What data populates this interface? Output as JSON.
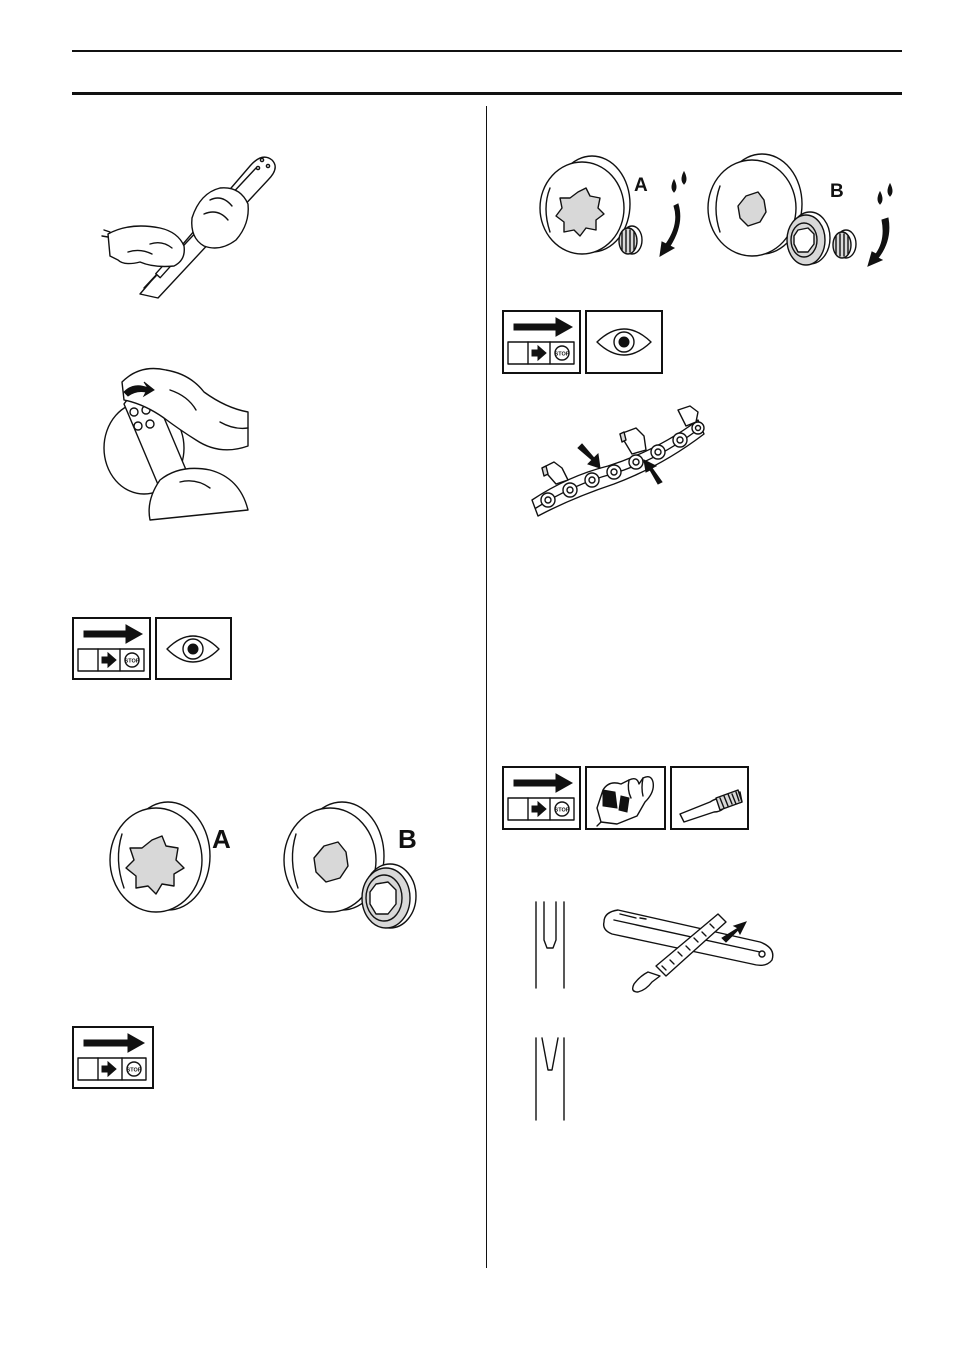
{
  "page": {
    "layout": "two-column manual page with line illustrations and pictogram boxes"
  },
  "icons": {
    "arrow_stop": "arrow-stop-icon",
    "eye": "eye-icon",
    "glove": "glove-icon",
    "brush": "brush-icon"
  },
  "labels": {
    "left_sprocket_a": "A",
    "left_sprocket_b": "B",
    "right_sprocket_a": "A",
    "right_sprocket_b": "B",
    "stop_text": "STOP"
  },
  "colors": {
    "ink": "#111111",
    "paper": "#ffffff",
    "shade": "#d8d8d8"
  }
}
